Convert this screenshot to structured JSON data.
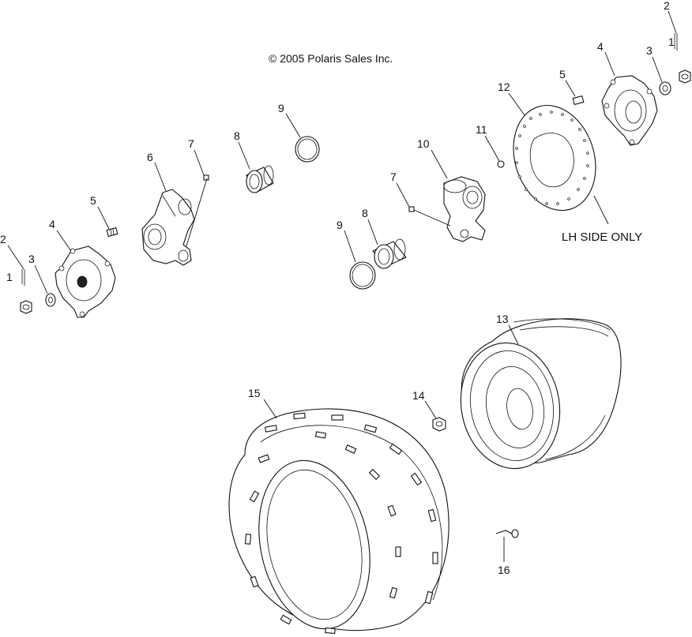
{
  "copyright": "© 2005 Polaris Sales Inc.",
  "note": "LH SIDE ONLY",
  "callouts": [
    "1",
    "2",
    "3",
    "4",
    "5",
    "6",
    "7",
    "8",
    "9",
    "10",
    "11",
    "12",
    "7",
    "8",
    "9",
    "5",
    "4",
    "3",
    "2",
    "1",
    "13",
    "14",
    "15",
    "16"
  ]
}
